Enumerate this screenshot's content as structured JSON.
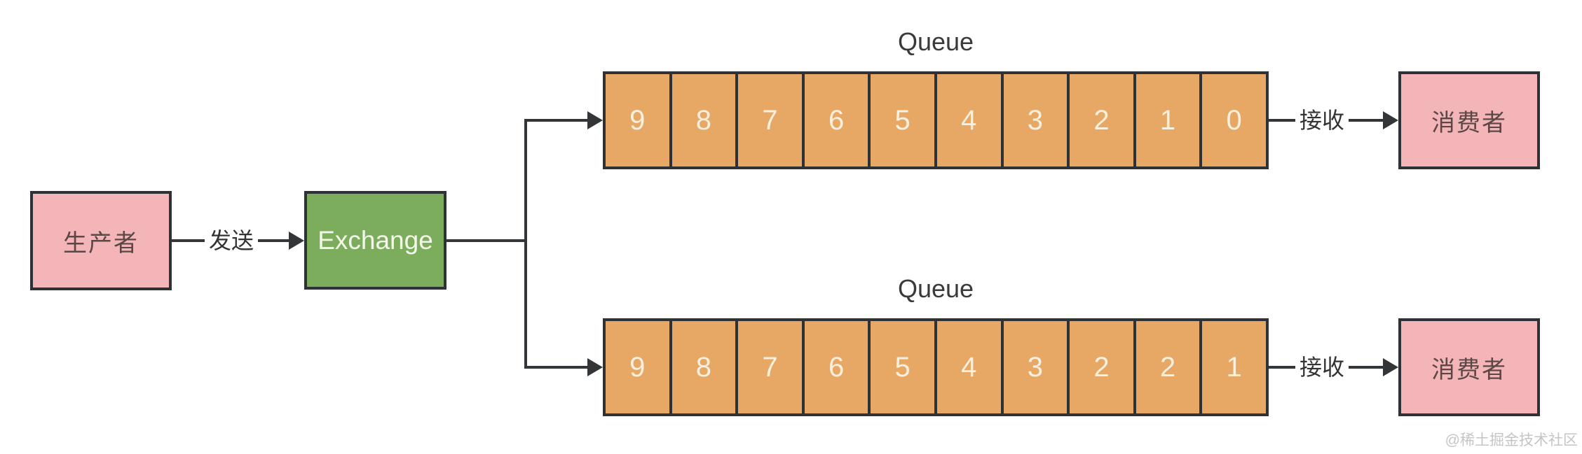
{
  "diagram": {
    "background": "#ffffff",
    "watermark": "@稀土掘金技术社区"
  },
  "colors": {
    "node_border": "#2e3236",
    "producer_consumer_fill": "#f3b5b8",
    "exchange_fill": "#7cad5c",
    "queue_cell_fill": "#e7a866",
    "queue_digit_text": "#f8f0de",
    "cjk_box_text": "#5a4746",
    "line": "#333639",
    "queue_title_text": "#3a3a3a",
    "watermark_text": "#c5c5c5"
  },
  "nodes": {
    "producer": {
      "label": "生产者"
    },
    "exchange": {
      "label": "Exchange"
    },
    "consumer_top": {
      "label": "消费者"
    },
    "consumer_bottom": {
      "label": "消费者"
    }
  },
  "edges": {
    "send_label": "发送",
    "receive_top_label": "接收",
    "receive_bottom_label": "接收"
  },
  "queues": [
    {
      "title": "Queue",
      "cells": [
        "9",
        "8",
        "7",
        "6",
        "5",
        "4",
        "3",
        "2",
        "1",
        "0"
      ]
    },
    {
      "title": "Queue",
      "cells": [
        "9",
        "8",
        "7",
        "6",
        "5",
        "4",
        "3",
        "2",
        "2",
        "1"
      ]
    }
  ]
}
